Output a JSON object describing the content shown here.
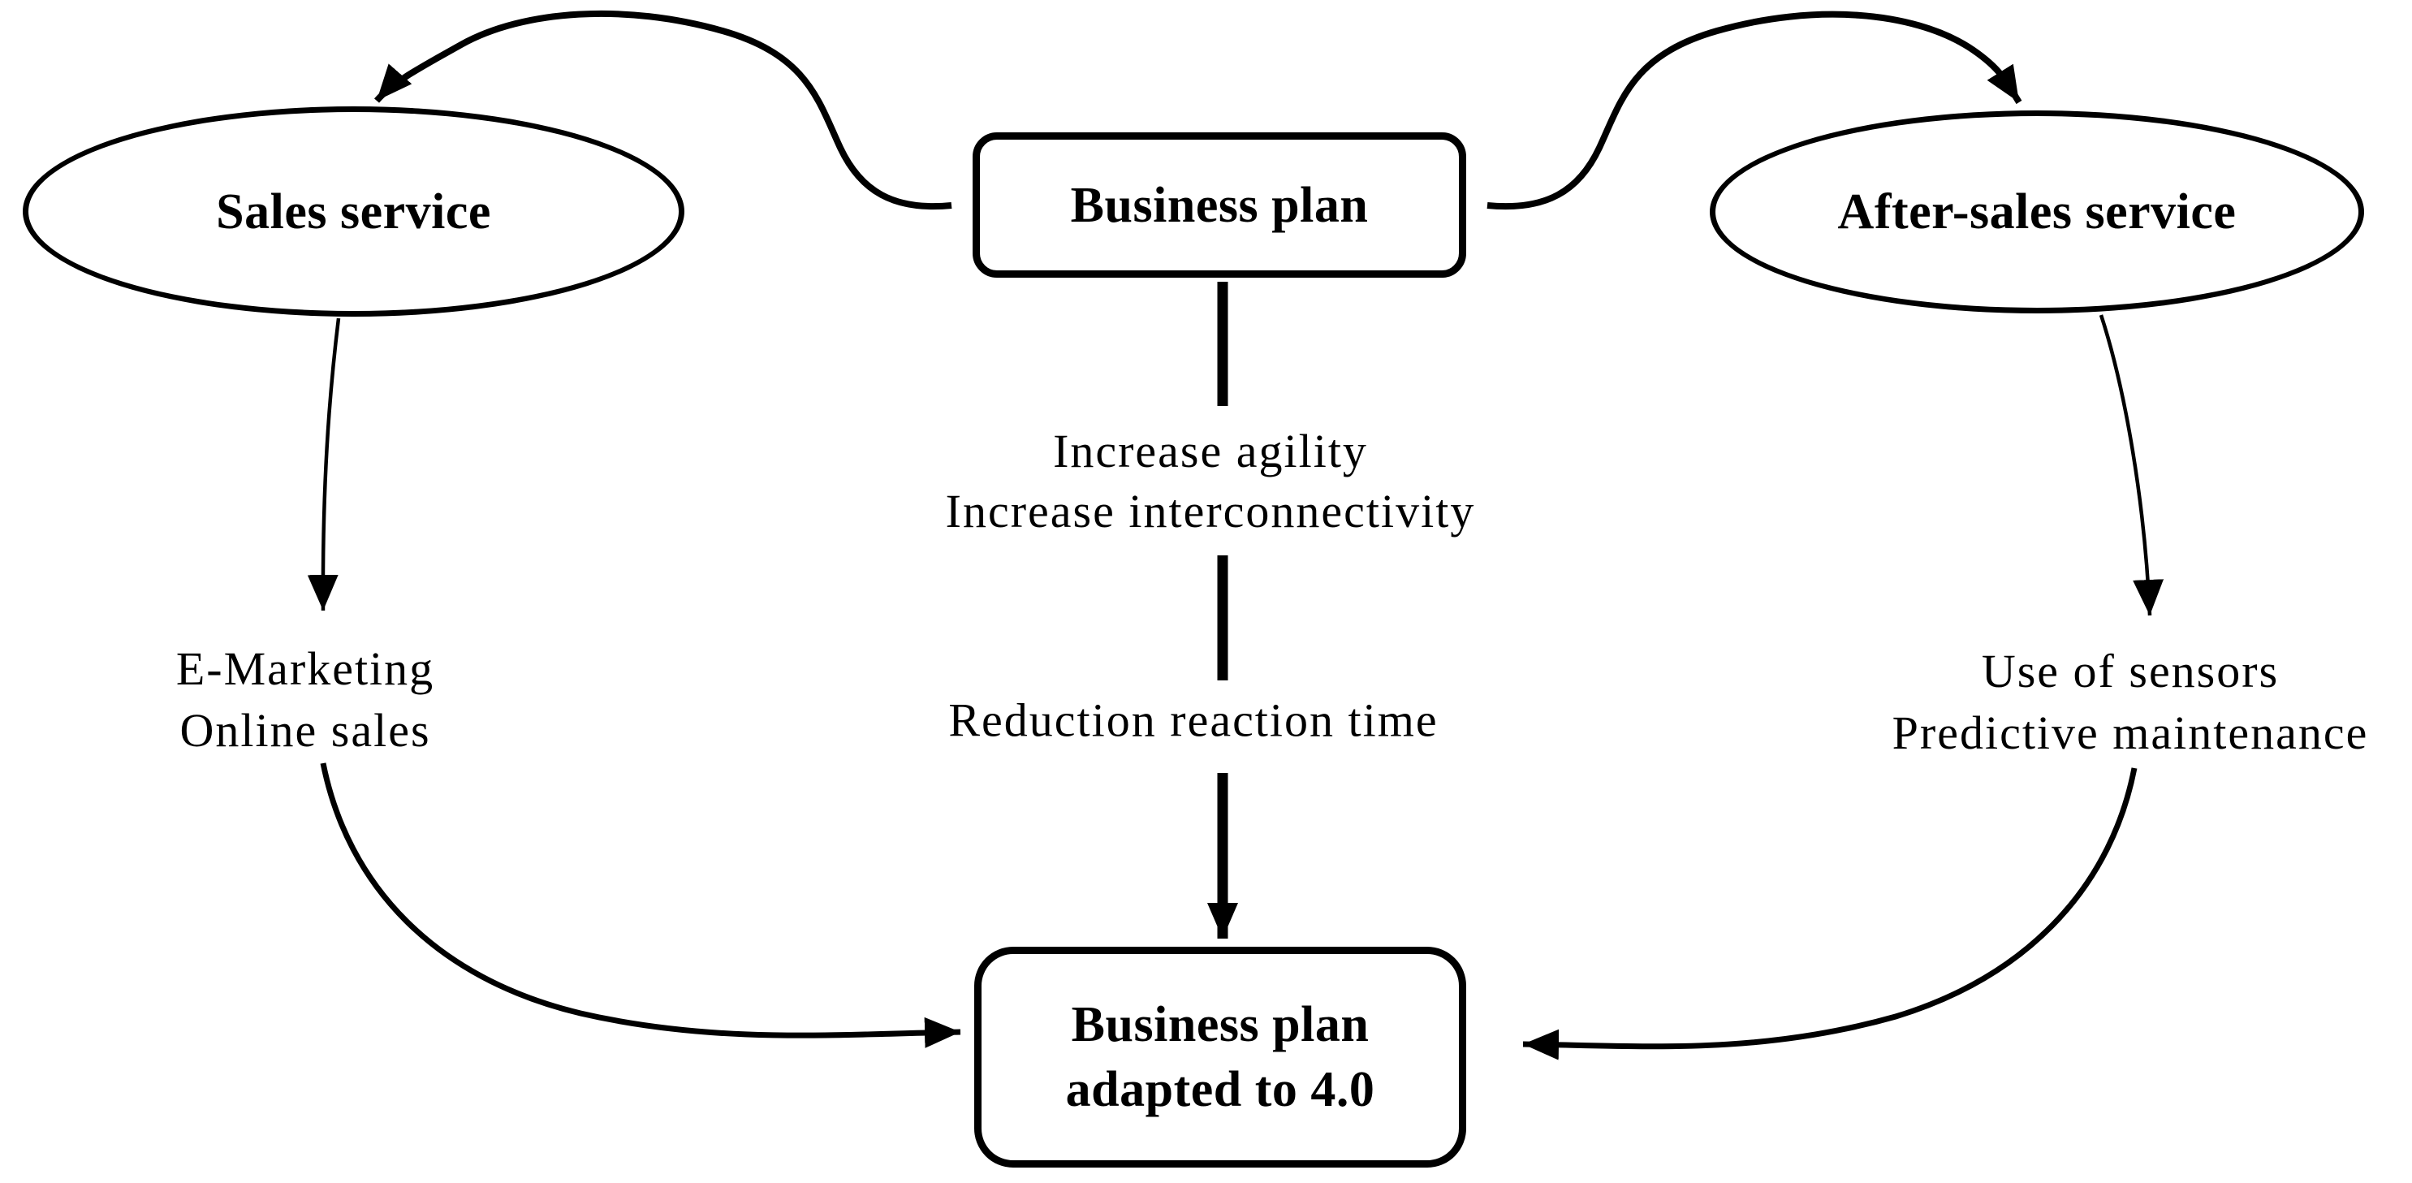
{
  "figure": {
    "background": "#ffffff",
    "ink": "#000000",
    "type": "flow-diagram"
  },
  "nodes": {
    "sales_service": {
      "shape": "ellipse",
      "label": "Sales service"
    },
    "business_plan": {
      "shape": "rounded-rect",
      "label": "Business plan"
    },
    "after_sales_service": {
      "shape": "ellipse",
      "label": "After-sales service"
    },
    "business_plan_adapted": {
      "shape": "rounded-rect",
      "line1": "Business plan",
      "line2": "adapted to 4.0"
    }
  },
  "annotations": {
    "agility": {
      "line1": "Increase agility",
      "line2": "Increase interconnectivity"
    },
    "reaction": {
      "label": "Reduction reaction time"
    },
    "marketing": {
      "line1": "E-Marketing",
      "line2": "Online sales"
    },
    "sensors": {
      "line1": "Use of sensors",
      "line2": "Predictive maintenance"
    }
  },
  "edges": [
    {
      "from": "Business plan",
      "to": "Sales service",
      "style": "curved-arrow"
    },
    {
      "from": "Business plan",
      "to": "After-sales service",
      "style": "curved-arrow"
    },
    {
      "from": "Business plan",
      "to": "Business plan adapted to 4.0",
      "style": "thick-segmented-arrow",
      "labels": [
        "Increase agility",
        "Increase interconnectivity",
        "Reduction reaction time"
      ]
    },
    {
      "from": "Sales service",
      "to": "E-Marketing / Online sales",
      "style": "straight-arrow"
    },
    {
      "from": "After-sales service",
      "to": "Use of sensors / Predictive maintenance",
      "style": "straight-arrow"
    },
    {
      "from": "E-Marketing / Online sales",
      "to": "Business plan adapted to 4.0",
      "style": "curved-arrow"
    },
    {
      "from": "Use of sensors / Predictive maintenance",
      "to": "Business plan adapted to 4.0",
      "style": "curved-arrow"
    }
  ]
}
